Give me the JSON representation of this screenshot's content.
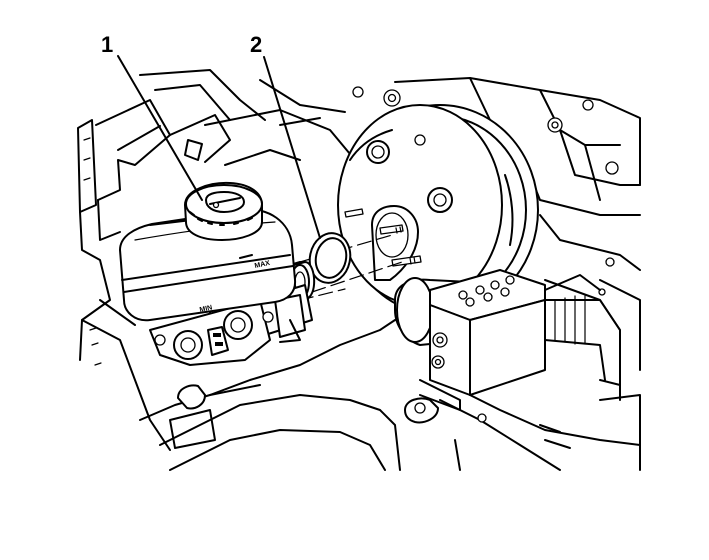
{
  "callouts": [
    {
      "id": "1",
      "label": "1"
    },
    {
      "id": "2",
      "label": "2"
    }
  ],
  "reservoir_marking": "MAX",
  "colors": {
    "line": "#000000",
    "background": "#ffffff"
  }
}
